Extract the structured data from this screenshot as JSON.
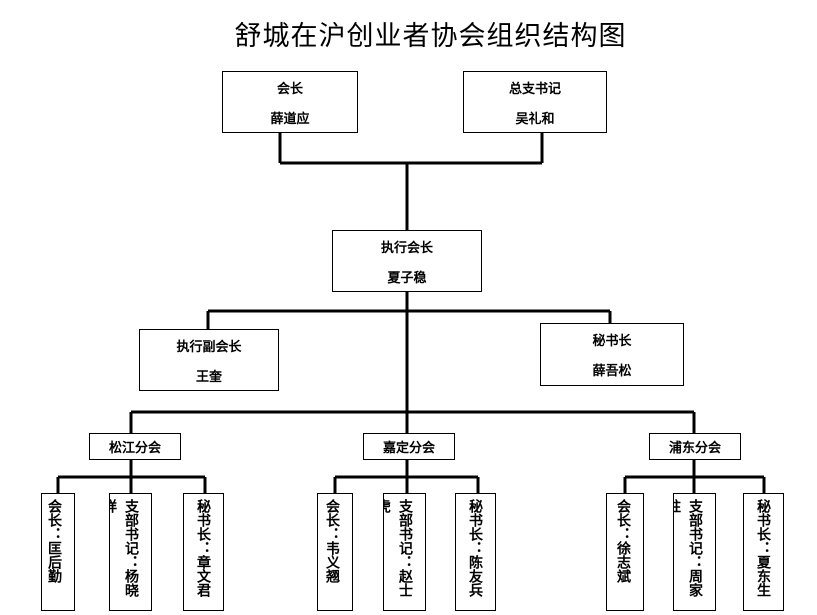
{
  "title": "舒城在沪创业者协会组织结构图",
  "top": {
    "president": {
      "role": "会长",
      "name": "薛道应"
    },
    "secretary_general_party": {
      "role": "总支书记",
      "name": "吴礼和"
    }
  },
  "executive": {
    "role": "执行会长",
    "name": "夏子稳"
  },
  "vice_executive": {
    "role": "执行副会长",
    "name": "王奎"
  },
  "secretary": {
    "role": "秘书长",
    "name": "薛吾松"
  },
  "branches": [
    {
      "name": "松江分会",
      "members": [
        "会长：匡后勤",
        "支部书记：杨晓祥",
        "秘书长：章文君"
      ]
    },
    {
      "name": "嘉定分会",
      "members": [
        "会长：韦义翘",
        "支部书记：赵士虎",
        "秘书长：陈友兵"
      ]
    },
    {
      "name": "浦东分会",
      "members": [
        "会长：徐志斌",
        "支部书记：周家柱",
        "秘书长：夏东生"
      ]
    }
  ]
}
